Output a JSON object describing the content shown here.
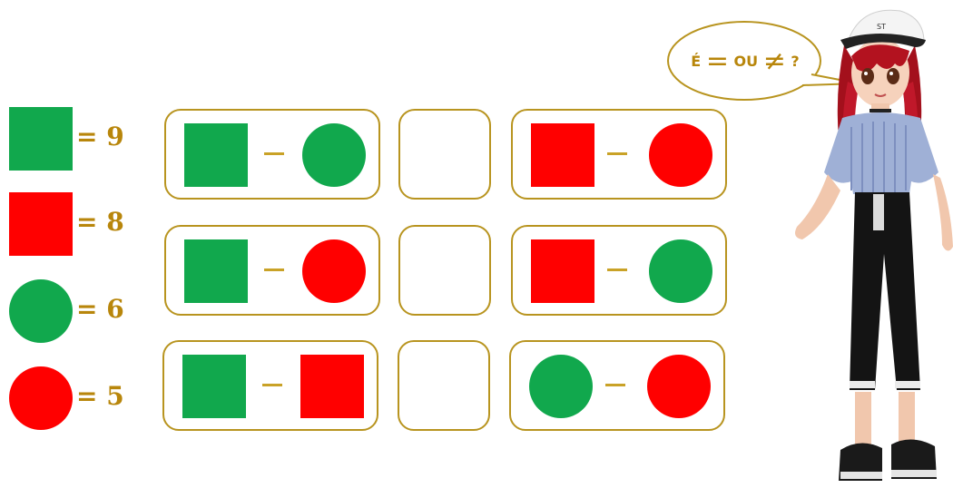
{
  "legend": [
    {
      "shape": "square",
      "color": "#11a84d",
      "text": "= 9"
    },
    {
      "shape": "square",
      "color": "#ff0000",
      "text": "= 8"
    },
    {
      "shape": "circle",
      "color": "#11a84d",
      "text": "= 6"
    },
    {
      "shape": "circle",
      "color": "#ff0000",
      "text": "= 5"
    }
  ],
  "bubble": {
    "e": "É",
    "eq": "=",
    "ou": "OU",
    "neq": "≠",
    "q": "?"
  },
  "colors": {
    "green": "#11a84d",
    "red": "#ff0000",
    "border": "#b8941f",
    "text": "#b8860b"
  },
  "rows": [
    {
      "left": [
        "green-square",
        "green-circle"
      ],
      "answer": "",
      "right": [
        "red-square",
        "red-circle"
      ]
    },
    {
      "left": [
        "green-square",
        "red-circle"
      ],
      "answer": "",
      "right": [
        "red-square",
        "green-circle"
      ]
    },
    {
      "left": [
        "green-square",
        "red-square"
      ],
      "answer": "",
      "right": [
        "green-circle",
        "red-circle"
      ]
    }
  ]
}
